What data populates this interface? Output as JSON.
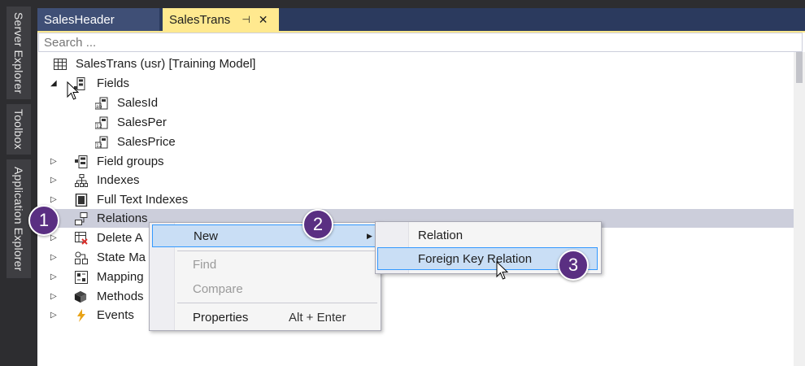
{
  "side_tabs": [
    "Server Explorer",
    "Toolbox",
    "Application Explorer"
  ],
  "tabs": [
    {
      "label": "SalesHeader",
      "active": false
    },
    {
      "label": "SalesTrans",
      "active": true,
      "pin": "⊣",
      "close": "✕"
    }
  ],
  "search": {
    "placeholder": "Search ..."
  },
  "tree": {
    "root": "SalesTrans (usr) [Training Model]",
    "fields": "Fields",
    "field_items": [
      "SalesId",
      "SalesPer",
      "SalesPrice"
    ],
    "nodes": [
      "Field groups",
      "Indexes",
      "Full Text Indexes",
      "Relations",
      "Delete A",
      "State Ma",
      "Mapping",
      "Methods",
      "Events"
    ]
  },
  "menu": {
    "new": "New",
    "find": "Find",
    "compare": "Compare",
    "properties": "Properties",
    "properties_shortcut": "Alt + Enter"
  },
  "submenu": {
    "relation": "Relation",
    "foreign_key_relation": "Foreign Key Relation"
  },
  "markers": [
    "1",
    "2",
    "3"
  ],
  "colors": {
    "accent_tab": "#ffe98f",
    "marker": "#5a2f82",
    "selection": "#cccedb",
    "highlight": "#c9def5"
  }
}
